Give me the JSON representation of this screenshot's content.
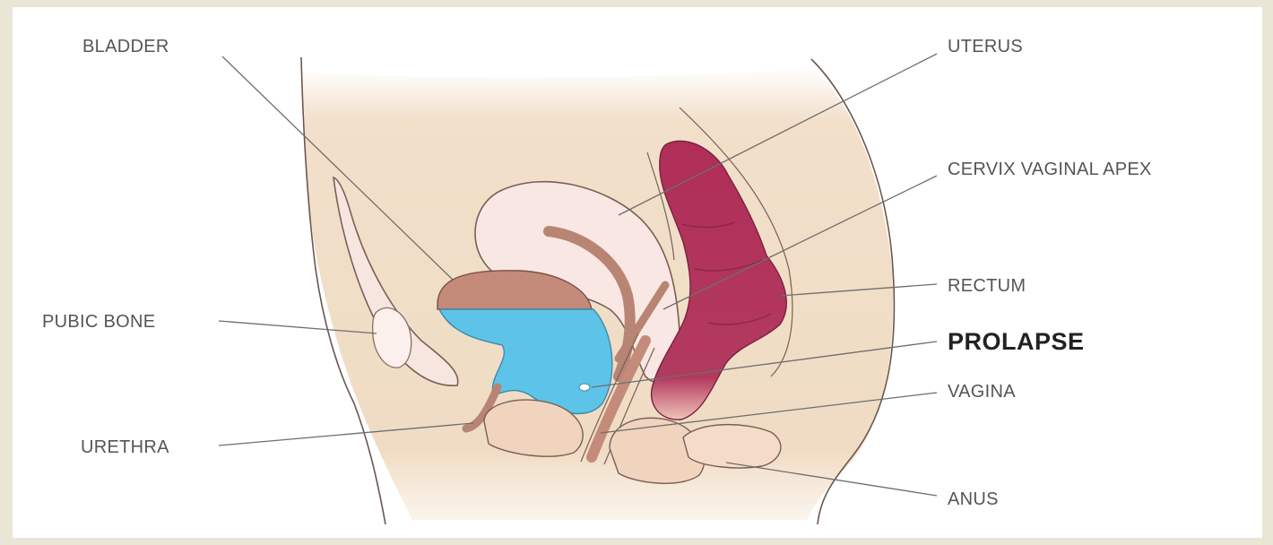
{
  "diagram": {
    "labels": {
      "bladder": "BLADDER",
      "uterus": "UTERUS",
      "cervix": "CERVIX VAGINAL APEX",
      "rectum": "RECTUM",
      "prolapse": "PROLAPSE",
      "pubic_bone": "PUBIC BONE",
      "vagina": "VAGINA",
      "urethra": "URETHRA",
      "anus": "ANUS"
    },
    "colors": {
      "background": "#e9e6d5",
      "panel": "#ffffff",
      "skin": "#f0dcc4",
      "uterus": "#f8e7e3",
      "bladder_wall": "#c48a7a",
      "prolapse_fill": "#5ec3e8",
      "rectum": "#b02e58",
      "label_text": "#555555"
    }
  }
}
